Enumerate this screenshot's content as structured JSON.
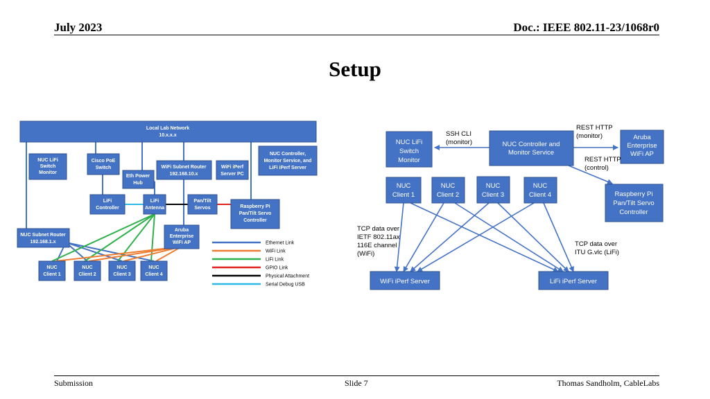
{
  "header": {
    "date": "July 2023",
    "doc": "Doc.: IEEE 802.11-23/1068r0"
  },
  "title": "Setup",
  "footer": {
    "left": "Submission",
    "center": "Slide 7",
    "right": "Thomas Sandholm, CableLabs"
  },
  "left_diagram": {
    "nodes": {
      "network": [
        "Local Lab Network",
        "10.x.x.x"
      ],
      "nuc_lifi_switch": [
        "NUC LiFi",
        "Switch",
        "Monitor"
      ],
      "cisco": [
        "Cisco  PoE",
        "Switch"
      ],
      "eth_hub": [
        "Eth Power",
        "Hub"
      ],
      "wifi_router": [
        "WiFi Subnet Router",
        "192.168.10.x"
      ],
      "wifi_iperf_pc": [
        "WiFi iPerf",
        "Server PC"
      ],
      "nuc_controller": [
        "NUC Controller,",
        "Monitor Service, and",
        "LiFi iPerf Server"
      ],
      "lifi_controller": [
        "LiFi",
        "Controller"
      ],
      "lifi_antenna": [
        "LiFi",
        "Antenna"
      ],
      "pantilt": [
        "Pan/Tilt",
        "Servos"
      ],
      "rpi": [
        "Raspberry Pi",
        "Pan/Tilt Servo",
        "Controller"
      ],
      "subnet_router": [
        "NUC Subnet Router",
        "192.168.1.x"
      ],
      "aruba": [
        "Aruba",
        "Enterprise",
        "WiFi AP"
      ],
      "c1": [
        "NUC",
        "Client 1"
      ],
      "c2": [
        "NUC",
        "Client 2"
      ],
      "c3": [
        "NUC",
        "Client 3"
      ],
      "c4": [
        "NUC",
        "Client 4"
      ]
    },
    "legend": [
      {
        "label": "Ethernet Link",
        "color": "#4472c4"
      },
      {
        "label": "WiFi Link",
        "color": "#ed7d31"
      },
      {
        "label": "LiFi Link",
        "color": "#2fb24c"
      },
      {
        "label": "GPIO Link",
        "color": "#e0201a"
      },
      {
        "label": "Physical Attachment",
        "color": "#000000"
      },
      {
        "label": "Serial Debug USB",
        "color": "#2eb8e6"
      }
    ]
  },
  "right_diagram": {
    "nodes": {
      "nuc_lifi_switch": [
        "NUC  LiFi",
        "Switch",
        "Monitor"
      ],
      "nuc_controller": [
        "NUC Controller and",
        "Monitor Service"
      ],
      "aruba": [
        "Aruba",
        "Enterprise",
        "WiFi AP"
      ],
      "rpi": [
        "Raspberry Pi",
        "Pan/Tilt Servo",
        "Controller"
      ],
      "c1": [
        "NUC",
        "Client 1"
      ],
      "c2": [
        "NUC",
        "Client 2"
      ],
      "c3": [
        "NUC",
        "Client 3"
      ],
      "c4": [
        "NUC",
        "Client 4"
      ],
      "wifi_iperf": [
        "WiFi iPerf Server"
      ],
      "lifi_iperf": [
        "LiFi iPerf Server"
      ]
    },
    "labels": {
      "ssh": [
        "SSH CLI",
        "(monitor)"
      ],
      "rest1": [
        "REST HTTP",
        "(monitor)"
      ],
      "rest2": [
        "REST HTTP",
        "(control)"
      ],
      "tcp_wifi": [
        "TCP data over",
        "IETF 802.11ax",
        "116E channel",
        "(WiFi)"
      ],
      "tcp_lifi": [
        "TCP data over",
        "ITU G.vlc (LiFi)"
      ]
    }
  }
}
